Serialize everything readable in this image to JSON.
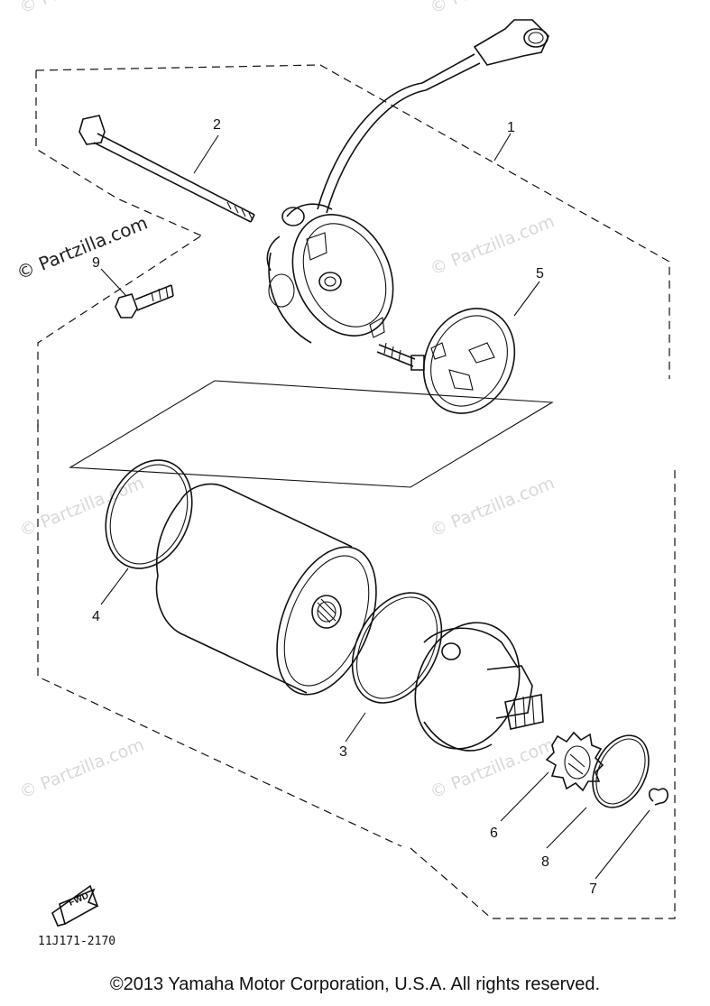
{
  "callouts": {
    "c1": "1",
    "c2": "2",
    "c3": "3",
    "c4": "4",
    "c5": "5",
    "c6": "6",
    "c7": "7",
    "c8": "8",
    "c9": "9"
  },
  "watermark": {
    "left_dark": "© Partzilla.com",
    "light": "© Partzilla.com"
  },
  "direction_label": "FWD",
  "drawing_number": "11J171-2170",
  "copyright": "©2013  Yamaha Motor Corporation, U.S.A. All rights reserved."
}
